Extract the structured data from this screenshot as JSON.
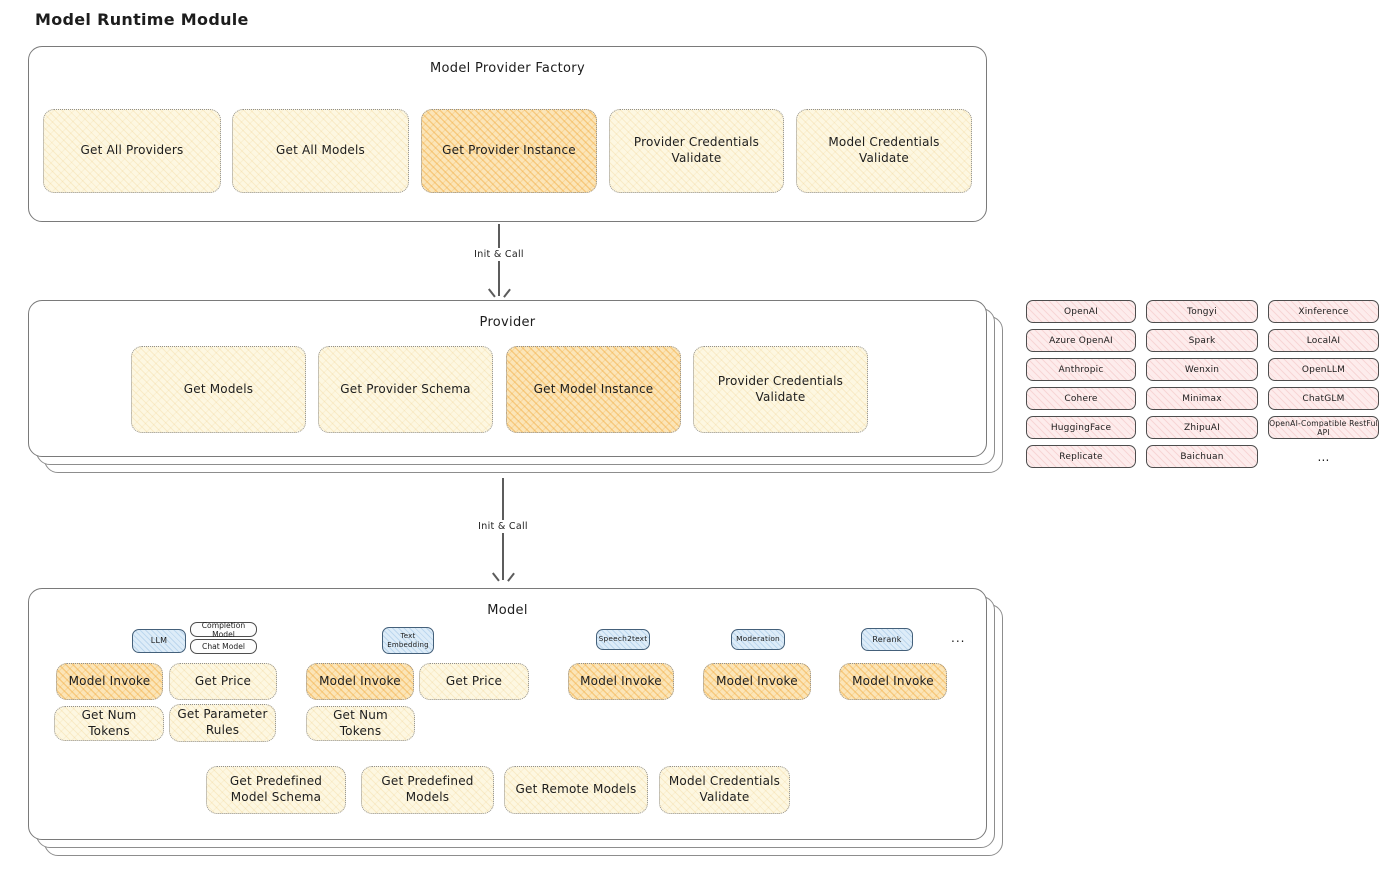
{
  "title": "Model Runtime Module",
  "colors": {
    "box_fill_cream": "#fdf7e1",
    "box_fill_highlight": "#fbe5b8",
    "hatch_highlight": "#f0a430",
    "chip_fill_pink": "#fdecec",
    "tag_fill_blue": "#ddecf8",
    "container_border": "#7a7a7a",
    "text": "#1d1d1d"
  },
  "factory": {
    "title": "Model Provider Factory",
    "items": [
      {
        "label": "Get All Providers",
        "highlighted": false
      },
      {
        "label": "Get All Models",
        "highlighted": false
      },
      {
        "label": "Get Provider Instance",
        "highlighted": true
      },
      {
        "label": "Provider Credentials Validate",
        "highlighted": false
      },
      {
        "label": "Model Credentials Validate",
        "highlighted": false
      }
    ]
  },
  "arrows": [
    {
      "label": "Init & Call"
    },
    {
      "label": "Init & Call"
    }
  ],
  "provider": {
    "title": "Provider",
    "items": [
      {
        "label": "Get Models",
        "highlighted": false
      },
      {
        "label": "Get Provider Schema",
        "highlighted": false
      },
      {
        "label": "Get Model Instance",
        "highlighted": true
      },
      {
        "label": "Provider Credentials Validate",
        "highlighted": false
      }
    ]
  },
  "providers_grid": {
    "items": [
      "OpenAI",
      "Tongyi",
      "Xinference",
      "Azure OpenAI",
      "Spark",
      "LocalAI",
      "Anthropic",
      "Wenxin",
      "OpenLLM",
      "Cohere",
      "Minimax",
      "ChatGLM",
      "HuggingFace",
      "ZhipuAI",
      "OpenAI-Compatible RestFul API",
      "Replicate",
      "Baichuan"
    ],
    "more": "..."
  },
  "model": {
    "title": "Model",
    "tags": [
      "LLM",
      "Completion Model",
      "Chat Model",
      "Text Embedding",
      "Speech2text",
      "Moderation",
      "Rerank"
    ],
    "more": "...",
    "row1": [
      "Model Invoke",
      "Get Price",
      "Model Invoke",
      "Get Price",
      "Model Invoke",
      "Model Invoke",
      "Model Invoke"
    ],
    "row2": [
      "Get Num Tokens",
      "Get Parameter Rules",
      "Get Num Tokens"
    ],
    "row3": [
      "Get Predefined Model Schema",
      "Get Predefined Models",
      "Get Remote Models",
      "Model Credentials Validate"
    ]
  }
}
